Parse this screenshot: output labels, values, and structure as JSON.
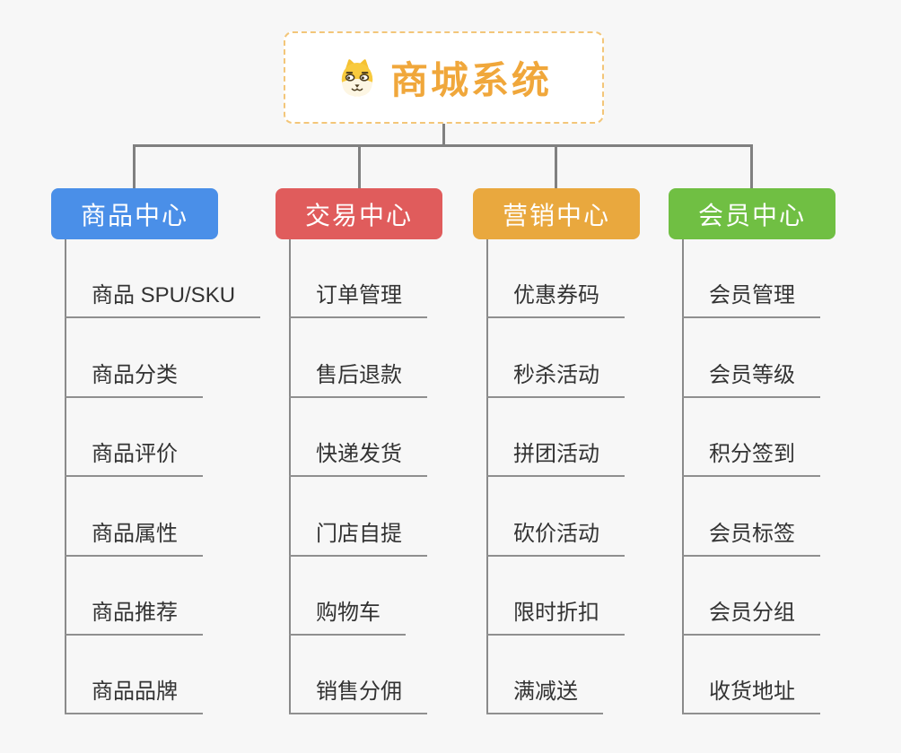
{
  "root": {
    "title": "商城系统",
    "icon": "dog-icon",
    "accent_color": "#f0a73b",
    "border_color": "#f3c679"
  },
  "colors": {
    "background": "#f7f7f7",
    "connector_line": "#808080",
    "item_underline": "#8f8f8f",
    "item_text": "#333333"
  },
  "branches": [
    {
      "label": "商品中心",
      "color": "#4a8fe8",
      "items": [
        "商品 SPU/SKU",
        "商品分类",
        "商品评价",
        "商品属性",
        "商品推荐",
        "商品品牌"
      ]
    },
    {
      "label": "交易中心",
      "color": "#e05c5c",
      "items": [
        "订单管理",
        "售后退款",
        "快递发货",
        "门店自提",
        "购物车",
        "销售分佣"
      ]
    },
    {
      "label": "营销中心",
      "color": "#e9a83e",
      "items": [
        "优惠券码",
        "秒杀活动",
        "拼团活动",
        "砍价活动",
        "限时折扣",
        "满减送"
      ]
    },
    {
      "label": "会员中心",
      "color": "#70bf43",
      "items": [
        "会员管理",
        "会员等级",
        "积分签到",
        "会员标签",
        "会员分组",
        "收货地址"
      ]
    }
  ]
}
